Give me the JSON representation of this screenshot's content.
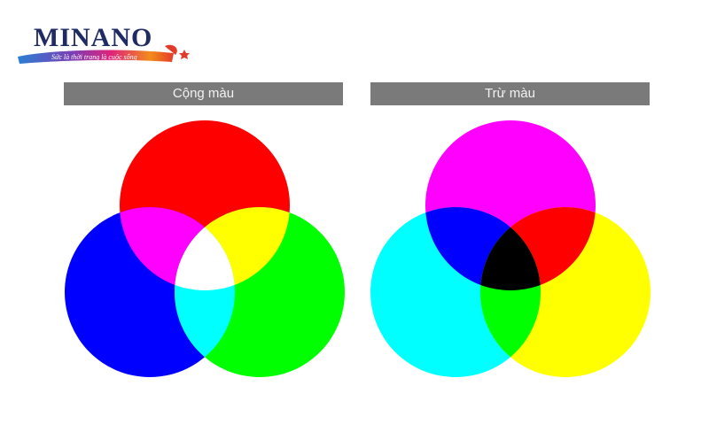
{
  "logo": {
    "brand": "MINANO",
    "slogan": "Sức là thời trang là cuộc sống"
  },
  "panels": {
    "additive": {
      "title": "Cộng màu",
      "circles": [
        {
          "name": "red",
          "color": "#ff0000"
        },
        {
          "name": "blue",
          "color": "#0000ff"
        },
        {
          "name": "green",
          "color": "#00ff00"
        }
      ],
      "overlaps": {
        "red_blue": "#ff00ff",
        "red_green": "#ffff00",
        "blue_green": "#00ffff",
        "center": "#ffffff"
      }
    },
    "subtractive": {
      "title": "Trừ màu",
      "circles": [
        {
          "name": "magenta",
          "color": "#ff00ff"
        },
        {
          "name": "cyan",
          "color": "#00ffff"
        },
        {
          "name": "yellow",
          "color": "#ffff00"
        }
      ],
      "overlaps": {
        "magenta_cyan": "#0000ff",
        "magenta_yellow": "#ff0000",
        "cyan_yellow": "#00ff00",
        "center": "#000000"
      }
    }
  }
}
